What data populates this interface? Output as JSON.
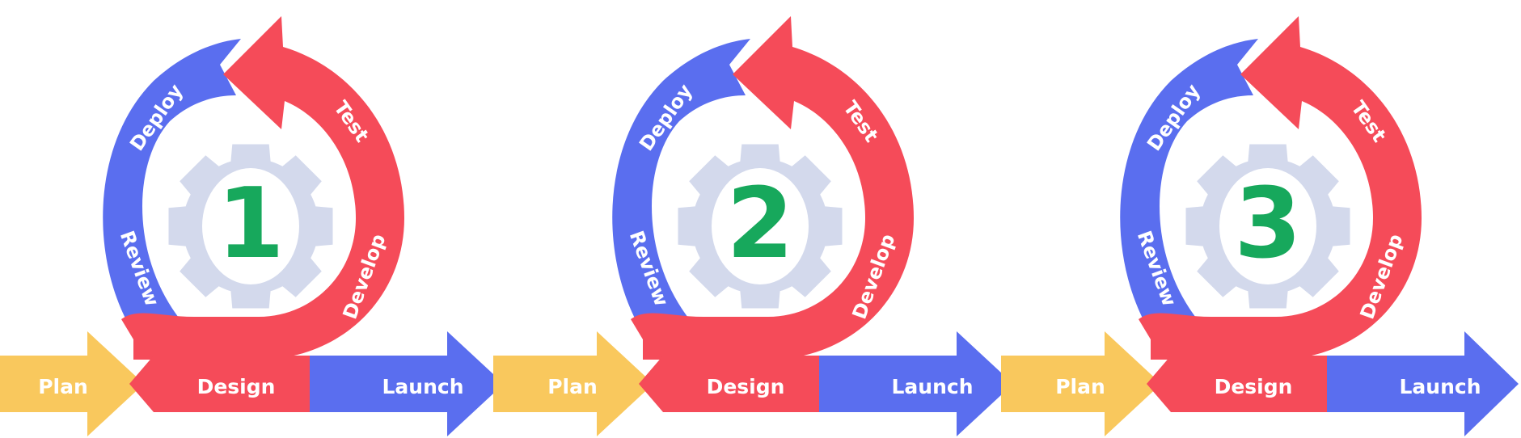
{
  "colors": {
    "plan": "#F9C85D",
    "blue": "#5A6EEF",
    "red": "#F54B59",
    "gear": "#D3D9EC",
    "number": "#17A85C",
    "text": "#FFFFFF"
  },
  "icons": [
    "gear-icon"
  ],
  "cycles": [
    {
      "number": "1",
      "labels": {
        "plan": "Plan",
        "design": "Design",
        "launch": "Launch",
        "develop": "Develop",
        "test": "Test",
        "deploy": "Deploy",
        "review": "Review"
      }
    },
    {
      "number": "2",
      "labels": {
        "plan": "Plan",
        "design": "Design",
        "launch": "Launch",
        "develop": "Develop",
        "test": "Test",
        "deploy": "Deploy",
        "review": "Review"
      }
    },
    {
      "number": "3",
      "labels": {
        "plan": "Plan",
        "design": "Design",
        "launch": "Launch",
        "develop": "Develop",
        "test": "Test",
        "deploy": "Deploy",
        "review": "Review"
      }
    }
  ]
}
